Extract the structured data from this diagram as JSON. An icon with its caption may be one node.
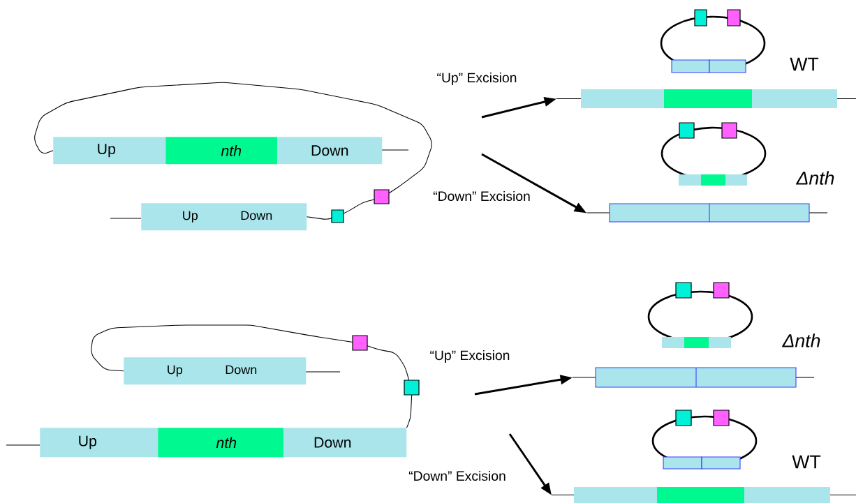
{
  "diagram": {
    "nodes": [
      {
        "text": [
          "Up"
        ]
      },
      {
        "text": [
          "nth"
        ]
      },
      {
        "text": [
          "Down"
        ]
      },
      {
        "text": [
          "Up",
          "Down"
        ]
      },
      {
        "text": [],
        "shape": "bar"
      },
      {
        "text": [],
        "shape": "bar"
      },
      {
        "text": [
          "Up",
          "Down"
        ]
      },
      {
        "text": [
          "Up"
        ]
      },
      {
        "text": [
          "nth"
        ]
      },
      {
        "text": [
          "Down"
        ]
      },
      {
        "text": [],
        "shape": "bar"
      },
      {
        "text": [],
        "shape": "bar"
      }
    ],
    "edges": [
      {
        "from": 0,
        "to": 3,
        "arrow": "none"
      },
      {
        "from": 6,
        "to": 9,
        "arrow": "none"
      },
      {
        "from": null,
        "to": 4,
        "arrow": "to"
      },
      {
        "from": null,
        "to": 5,
        "arrow": "to"
      },
      {
        "from": null,
        "to": 10,
        "arrow": "to"
      },
      {
        "from": null,
        "to": 11,
        "arrow": "to"
      }
    ],
    "labels": [
      "WT",
      "“Up” Excision",
      "Δnth",
      "“Down” Excision",
      "Δnth",
      "“Up” Excision",
      "WT",
      "“Down” Excision"
    ]
  }
}
